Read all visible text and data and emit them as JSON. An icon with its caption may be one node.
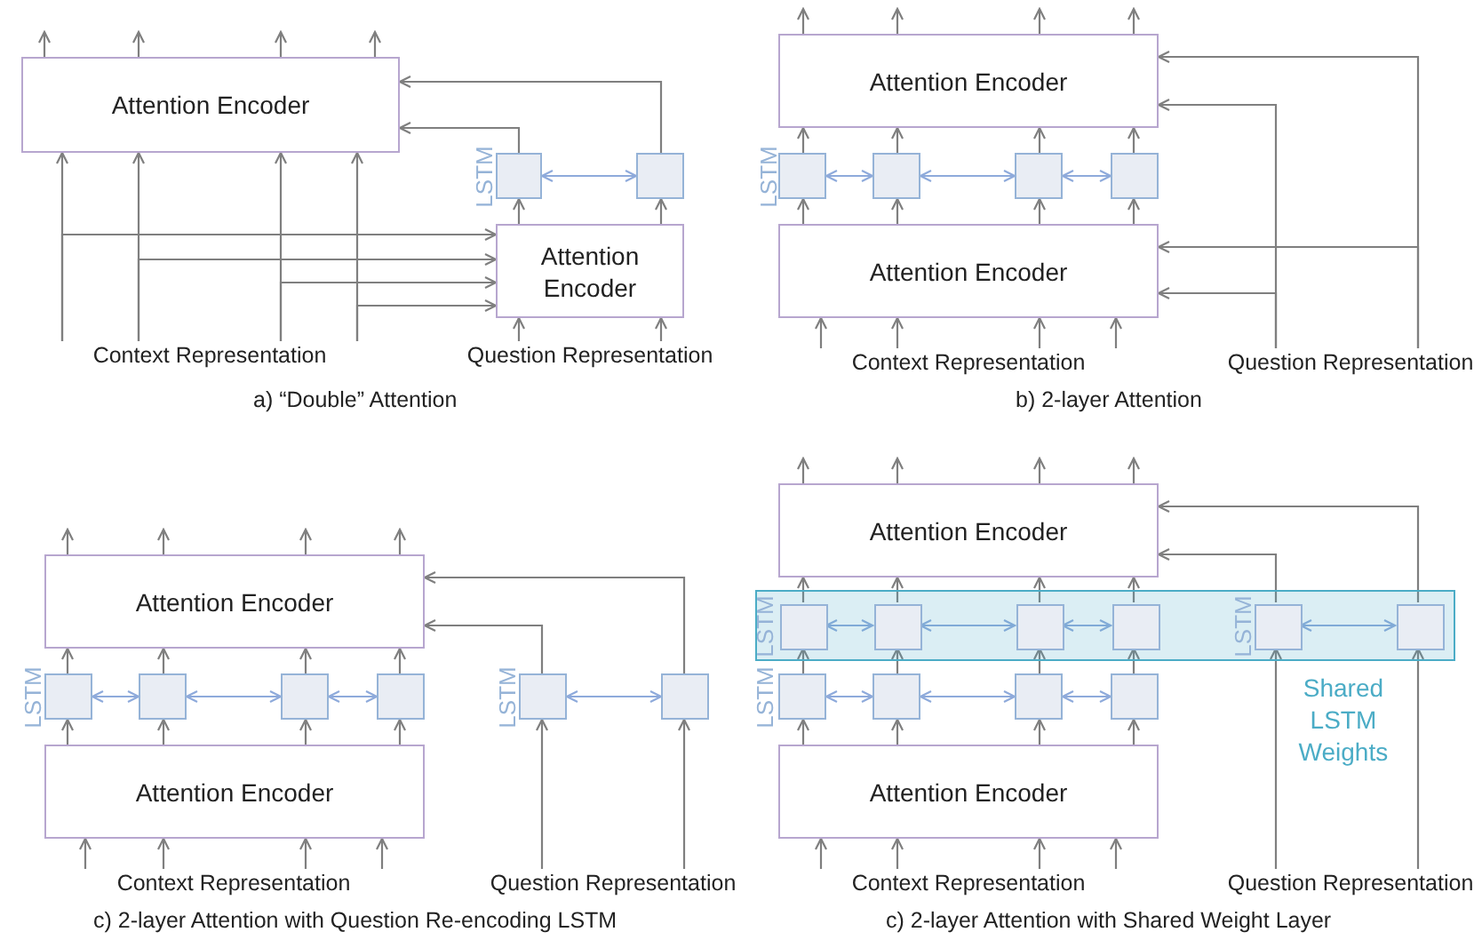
{
  "diagram": {
    "nodes": [
      {
        "text": [
          "Attention Encoder"
        ]
      },
      {
        "text": [],
        "shape": "box"
      },
      {
        "text": [],
        "shape": "box"
      },
      {
        "text": [
          "Attention Encoder"
        ]
      },
      {
        "text": [
          "Context Representation"
        ]
      },
      {
        "text": [
          "Question Representation"
        ]
      },
      {
        "text": [
          "Attention Encoder"
        ]
      },
      {
        "text": [],
        "shape": "box"
      },
      {
        "text": [],
        "shape": "box"
      },
      {
        "text": [],
        "shape": "box"
      },
      {
        "text": [],
        "shape": "box"
      },
      {
        "text": [
          "Attention Encoder"
        ]
      },
      {
        "text": [
          "Context Representation"
        ]
      },
      {
        "text": [
          "Question Representation"
        ]
      },
      {
        "text": [
          "Attention Encoder"
        ]
      },
      {
        "text": [],
        "shape": "box"
      },
      {
        "text": [],
        "shape": "box"
      },
      {
        "text": [],
        "shape": "box"
      },
      {
        "text": [],
        "shape": "box"
      },
      {
        "text": [
          "Attention Encoder"
        ]
      },
      {
        "text": [],
        "shape": "box"
      },
      {
        "text": [],
        "shape": "box"
      },
      {
        "text": [
          "Context Representation"
        ]
      },
      {
        "text": [
          "Question Representation"
        ]
      },
      {
        "text": [
          "Attention Encoder"
        ]
      },
      {
        "text": [],
        "shape": "box",
        "beside": [
          "Shared LSTM Weights"
        ]
      },
      {
        "text": [],
        "shape": "box",
        "in": 25
      },
      {
        "text": [],
        "shape": "box",
        "in": 25
      },
      {
        "text": [],
        "shape": "box",
        "in": 25
      },
      {
        "text": [],
        "shape": "box",
        "in": 25
      },
      {
        "text": [],
        "shape": "box",
        "in": 25
      },
      {
        "text": [],
        "shape": "box",
        "in": 25
      },
      {
        "text": [],
        "shape": "box"
      },
      {
        "text": [],
        "shape": "box"
      },
      {
        "text": [],
        "shape": "box"
      },
      {
        "text": [],
        "shape": "box"
      },
      {
        "text": [
          "Attention Encoder"
        ]
      },
      {
        "text": [
          "Context Representation"
        ]
      },
      {
        "text": [
          "Question Representation"
        ]
      }
    ],
    "edges": [
      {
        "from": 0,
        "to": null,
        "arrow": "to"
      },
      {
        "from": 0,
        "to": null,
        "arrow": "to"
      },
      {
        "from": 0,
        "to": null,
        "arrow": "to"
      },
      {
        "from": 0,
        "to": null,
        "arrow": "to"
      },
      {
        "from": 4,
        "to": 0,
        "arrow": "to"
      },
      {
        "from": 4,
        "to": 0,
        "arrow": "to"
      },
      {
        "from": 4,
        "to": 0,
        "arrow": "to"
      },
      {
        "from": 4,
        "to": 0,
        "arrow": "to"
      },
      {
        "from": 4,
        "to": 3,
        "arrow": "to"
      },
      {
        "from": 4,
        "to": 3,
        "arrow": "to"
      },
      {
        "from": 4,
        "to": 3,
        "arrow": "to"
      },
      {
        "from": 4,
        "to": 3,
        "arrow": "to"
      },
      {
        "from": 5,
        "to": 3,
        "arrow": "to"
      },
      {
        "from": 5,
        "to": 3,
        "arrow": "to"
      },
      {
        "from": 3,
        "to": 1,
        "arrow": "to"
      },
      {
        "from": 3,
        "to": 2,
        "arrow": "to"
      },
      {
        "from": 1,
        "to": 2,
        "arrow": "both",
        "color": "#8eaadb"
      },
      {
        "from": 1,
        "to": 0,
        "arrow": "to"
      },
      {
        "from": 2,
        "to": 0,
        "arrow": "to"
      },
      {
        "from": 6,
        "to": null,
        "arrow": "to"
      },
      {
        "from": 6,
        "to": null,
        "arrow": "to"
      },
      {
        "from": 6,
        "to": null,
        "arrow": "to"
      },
      {
        "from": 6,
        "to": null,
        "arrow": "to"
      },
      {
        "from": 12,
        "to": 11,
        "arrow": "to"
      },
      {
        "from": 12,
        "to": 11,
        "arrow": "to"
      },
      {
        "from": 12,
        "to": 11,
        "arrow": "to"
      },
      {
        "from": 12,
        "to": 11,
        "arrow": "to"
      },
      {
        "from": 11,
        "to": 7,
        "arrow": "to"
      },
      {
        "from": 11,
        "to": 8,
        "arrow": "to"
      },
      {
        "from": 11,
        "to": 9,
        "arrow": "to"
      },
      {
        "from": 11,
        "to": 10,
        "arrow": "to"
      },
      {
        "from": 7,
        "to": 6,
        "arrow": "to"
      },
      {
        "from": 8,
        "to": 6,
        "arrow": "to"
      },
      {
        "from": 9,
        "to": 6,
        "arrow": "to"
      },
      {
        "from": 10,
        "to": 6,
        "arrow": "to"
      },
      {
        "from": 7,
        "to": 8,
        "arrow": "both",
        "color": "#8eaadb"
      },
      {
        "from": 8,
        "to": 9,
        "arrow": "both",
        "color": "#8eaadb"
      },
      {
        "from": 9,
        "to": 10,
        "arrow": "both",
        "color": "#8eaadb"
      },
      {
        "from": 13,
        "to": 6,
        "arrow": "to"
      },
      {
        "from": 13,
        "to": 11,
        "arrow": "to"
      },
      {
        "from": 13,
        "to": 6,
        "arrow": "to"
      },
      {
        "from": 13,
        "to": 11,
        "arrow": "to"
      },
      {
        "from": 14,
        "to": null,
        "arrow": "to"
      },
      {
        "from": 14,
        "to": null,
        "arrow": "to"
      },
      {
        "from": 14,
        "to": null,
        "arrow": "to"
      },
      {
        "from": 14,
        "to": null,
        "arrow": "to"
      },
      {
        "from": 22,
        "to": 19,
        "arrow": "to"
      },
      {
        "from": 22,
        "to": 19,
        "arrow": "to"
      },
      {
        "from": 22,
        "to": 19,
        "arrow": "to"
      },
      {
        "from": 22,
        "to": 19,
        "arrow": "to"
      },
      {
        "from": 19,
        "to": 15,
        "arrow": "to"
      },
      {
        "from": 19,
        "to": 16,
        "arrow": "to"
      },
      {
        "from": 19,
        "to": 17,
        "arrow": "to"
      },
      {
        "from": 19,
        "to": 18,
        "arrow": "to"
      },
      {
        "from": 15,
        "to": 14,
        "arrow": "to"
      },
      {
        "from": 16,
        "to": 14,
        "arrow": "to"
      },
      {
        "from": 17,
        "to": 14,
        "arrow": "to"
      },
      {
        "from": 18,
        "to": 14,
        "arrow": "to"
      },
      {
        "from": 15,
        "to": 16,
        "arrow": "both",
        "color": "#8eaadb"
      },
      {
        "from": 16,
        "to": 17,
        "arrow": "both",
        "color": "#8eaadb"
      },
      {
        "from": 17,
        "to": 18,
        "arrow": "both",
        "color": "#8eaadb"
      },
      {
        "from": 23,
        "to": 20,
        "arrow": "to"
      },
      {
        "from": 23,
        "to": 21,
        "arrow": "to"
      },
      {
        "from": 20,
        "to": 21,
        "arrow": "both",
        "color": "#8eaadb"
      },
      {
        "from": 20,
        "to": 14,
        "arrow": "to"
      },
      {
        "from": 21,
        "to": 14,
        "arrow": "to"
      },
      {
        "from": 24,
        "to": null,
        "arrow": "to"
      },
      {
        "from": 24,
        "to": null,
        "arrow": "to"
      },
      {
        "from": 24,
        "to": null,
        "arrow": "to"
      },
      {
        "from": 24,
        "to": null,
        "arrow": "to"
      },
      {
        "from": 37,
        "to": 36,
        "arrow": "to"
      },
      {
        "from": 37,
        "to": 36,
        "arrow": "to"
      },
      {
        "from": 37,
        "to": 36,
        "arrow": "to"
      },
      {
        "from": 37,
        "to": 36,
        "arrow": "to"
      },
      {
        "from": 36,
        "to": 32,
        "arrow": "to"
      },
      {
        "from": 36,
        "to": 33,
        "arrow": "to"
      },
      {
        "from": 36,
        "to": 34,
        "arrow": "to"
      },
      {
        "from": 36,
        "to": 35,
        "arrow": "to"
      },
      {
        "from": 32,
        "to": 26,
        "arrow": "to"
      },
      {
        "from": 33,
        "to": 27,
        "arrow": "to"
      },
      {
        "from": 34,
        "to": 28,
        "arrow": "to"
      },
      {
        "from": 35,
        "to": 29,
        "arrow": "to"
      },
      {
        "from": 26,
        "to": 24,
        "arrow": "to"
      },
      {
        "from": 27,
        "to": 24,
        "arrow": "to"
      },
      {
        "from": 28,
        "to": 24,
        "arrow": "to"
      },
      {
        "from": 29,
        "to": 24,
        "arrow": "to"
      },
      {
        "from": 26,
        "to": 27,
        "arrow": "both",
        "color": "#8eaadb"
      },
      {
        "from": 27,
        "to": 28,
        "arrow": "both",
        "color": "#8eaadb"
      },
      {
        "from": 28,
        "to": 29,
        "arrow": "both",
        "color": "#8eaadb"
      },
      {
        "from": 32,
        "to": 33,
        "arrow": "both",
        "color": "#8eaadb"
      },
      {
        "from": 33,
        "to": 34,
        "arrow": "both",
        "color": "#8eaadb"
      },
      {
        "from": 34,
        "to": 35,
        "arrow": "both",
        "color": "#8eaadb"
      },
      {
        "from": 38,
        "to": 30,
        "arrow": "to"
      },
      {
        "from": 38,
        "to": 31,
        "arrow": "to"
      },
      {
        "from": 30,
        "to": 31,
        "arrow": "both",
        "color": "#8eaadb"
      },
      {
        "from": 30,
        "to": 24,
        "arrow": "to"
      },
      {
        "from": 31,
        "to": 24,
        "arrow": "to"
      }
    ],
    "labels": [
      "LSTM",
      "a) “Double” Attention",
      "LSTM",
      "b) 2-layer Attention",
      "LSTM",
      "LSTM",
      "c) 2-layer Attention with Question Re-encoding LSTM",
      "LSTM",
      "LSTM",
      "LSTM",
      "c) 2-layer Attention with Shared Weight Layer"
    ]
  }
}
